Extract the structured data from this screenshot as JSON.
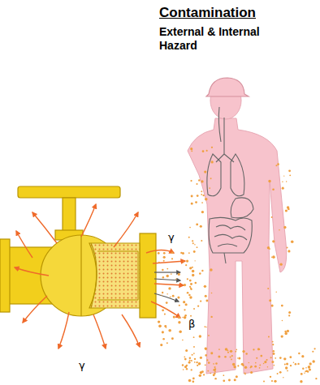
{
  "diagram": {
    "title": "Contamination",
    "labels": [
      "External & Internal Hazard",
      "γ",
      "γ",
      "β"
    ]
  }
}
